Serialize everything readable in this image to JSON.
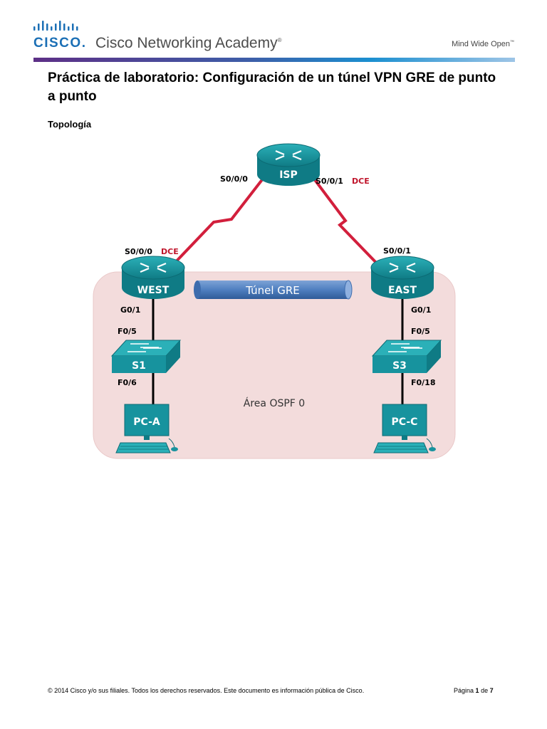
{
  "header": {
    "brand_word": "CISCO",
    "brand_mark": ".",
    "academy_name": "Cisco Networking Academy",
    "registered": "®",
    "tagline": "Mind Wide Open",
    "tagline_tm": "™"
  },
  "document": {
    "title": "Práctica de laboratorio: Configuración de un túnel VPN GRE de punto a punto",
    "section_heading": "Topología"
  },
  "topology": {
    "routers": {
      "isp": "ISP",
      "west": "WEST",
      "east": "EAST"
    },
    "switches": {
      "s1": "S1",
      "s3": "S3"
    },
    "pcs": {
      "pca": "PC-A",
      "pcc": "PC-C"
    },
    "interfaces": {
      "isp_s000": "S0/0/0",
      "isp_s001": "S0/0/1",
      "isp_dce": "DCE",
      "west_s000": "S0/0/0",
      "west_dce": "DCE",
      "east_s001": "S0/0/1",
      "west_g01": "G0/1",
      "s1_f05": "F0/5",
      "s1_f06": "F0/6",
      "east_g01": "G0/1",
      "s3_f05": "F0/5",
      "s3_f018": "F0/18"
    },
    "tunnel_label": "Túnel GRE",
    "area_label": "Área OSPF 0",
    "colors": {
      "serial_link": "#d21f3c",
      "area_fill": "#f3dcdc",
      "device_teal": "#17939e",
      "tunnel_blue": "#4f7fc0"
    }
  },
  "footer": {
    "copyright": "© 2014 Cisco y/o sus filiales. Todos los derechos reservados. Este documento es información pública de Cisco.",
    "page_prefix": "Página",
    "page_current": "1",
    "page_of": "de",
    "page_total": "7"
  }
}
